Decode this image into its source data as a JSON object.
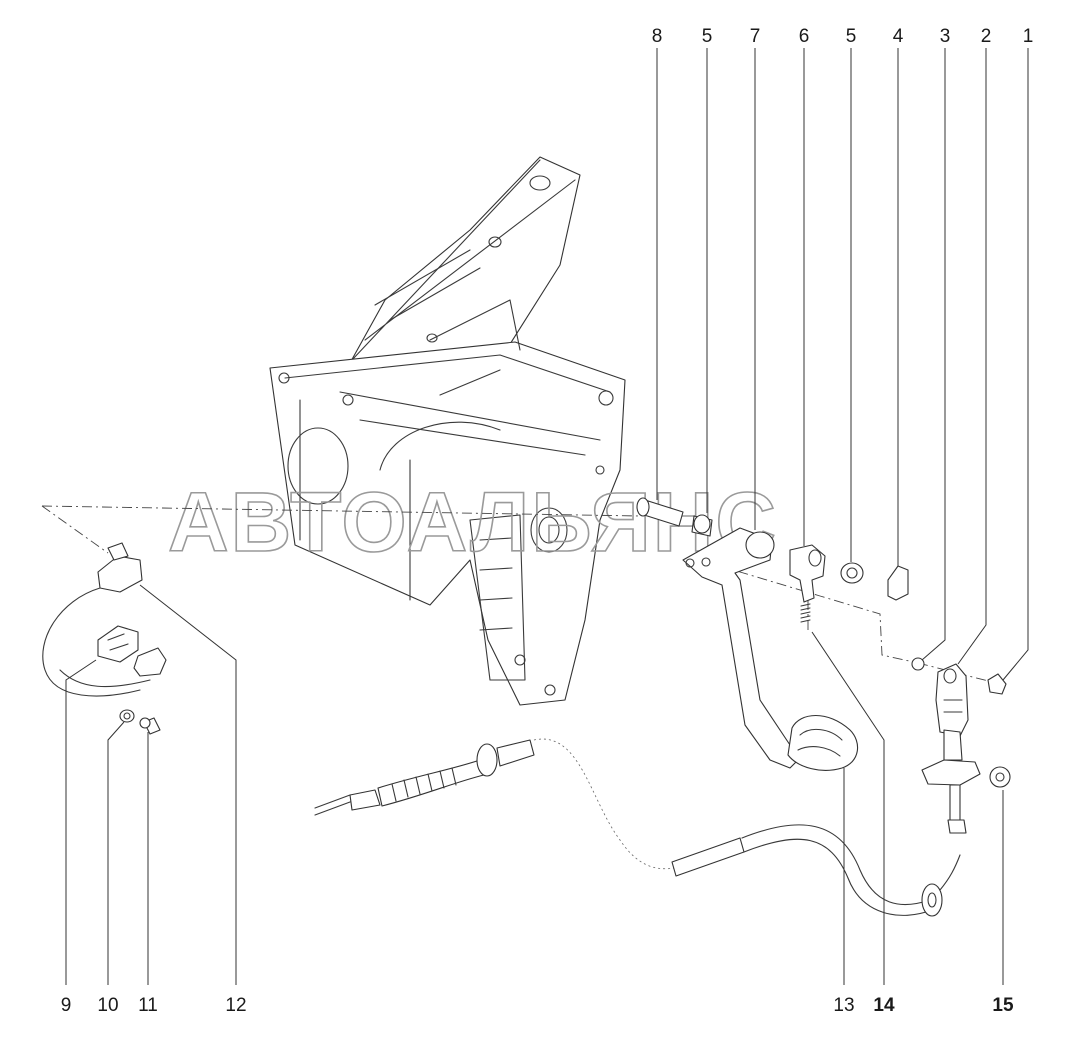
{
  "watermark": "АВТОАЛЬЯНС",
  "callouts": [
    {
      "id": "1",
      "label": "1",
      "bold": false
    },
    {
      "id": "2",
      "label": "2",
      "bold": false
    },
    {
      "id": "3",
      "label": "3",
      "bold": false
    },
    {
      "id": "4",
      "label": "4",
      "bold": false
    },
    {
      "id": "5a",
      "label": "5",
      "bold": false
    },
    {
      "id": "6",
      "label": "6",
      "bold": false
    },
    {
      "id": "7",
      "label": "7",
      "bold": false
    },
    {
      "id": "5b",
      "label": "5",
      "bold": false
    },
    {
      "id": "8",
      "label": "8",
      "bold": false
    },
    {
      "id": "9",
      "label": "9",
      "bold": false
    },
    {
      "id": "10",
      "label": "10",
      "bold": false
    },
    {
      "id": "11",
      "label": "11",
      "bold": false
    },
    {
      "id": "12",
      "label": "12",
      "bold": false
    },
    {
      "id": "13",
      "label": "13",
      "bold": false
    },
    {
      "id": "14",
      "label": "14",
      "bold": true
    },
    {
      "id": "15",
      "label": "15",
      "bold": true
    }
  ]
}
